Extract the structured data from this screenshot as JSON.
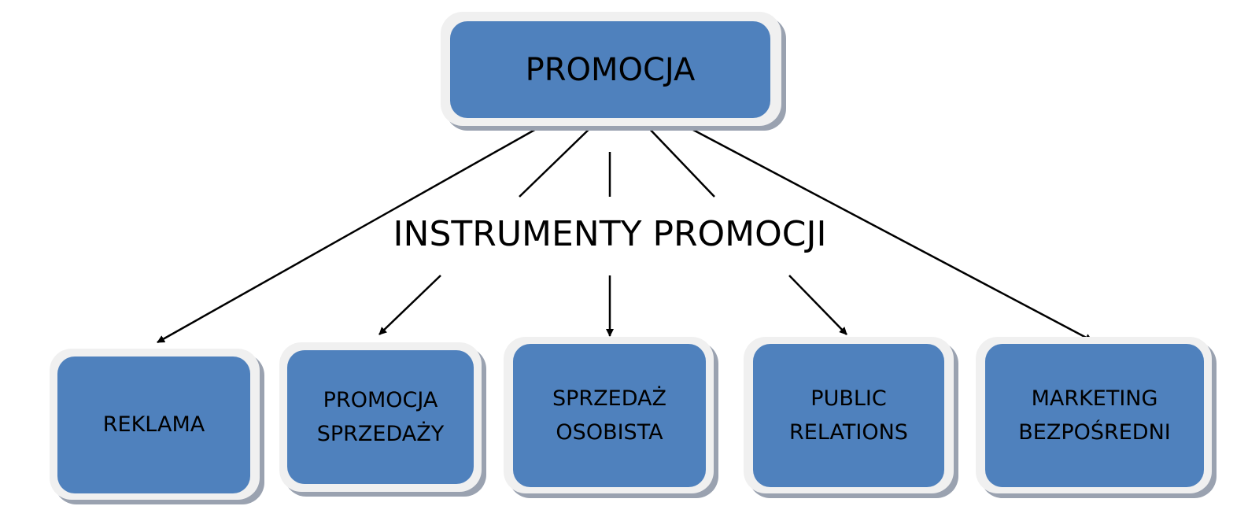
{
  "root": {
    "label": "PROMOCJA"
  },
  "connector_label": "INSTRUMENTY PROMOCJI",
  "children": [
    {
      "line1": "REKLAMA",
      "line2": ""
    },
    {
      "line1": "PROMOCJA",
      "line2": "SPRZEDAŻY"
    },
    {
      "line1": "SPRZEDAŻ",
      "line2": "OSOBISTA"
    },
    {
      "line1": "PUBLIC",
      "line2": "RELATIONS"
    },
    {
      "line1": "MARKETING",
      "line2": "BEZPOŚREDNI"
    }
  ],
  "colors": {
    "box_fill": "#4f81bd",
    "box_frame": "#f0f0f0"
  }
}
